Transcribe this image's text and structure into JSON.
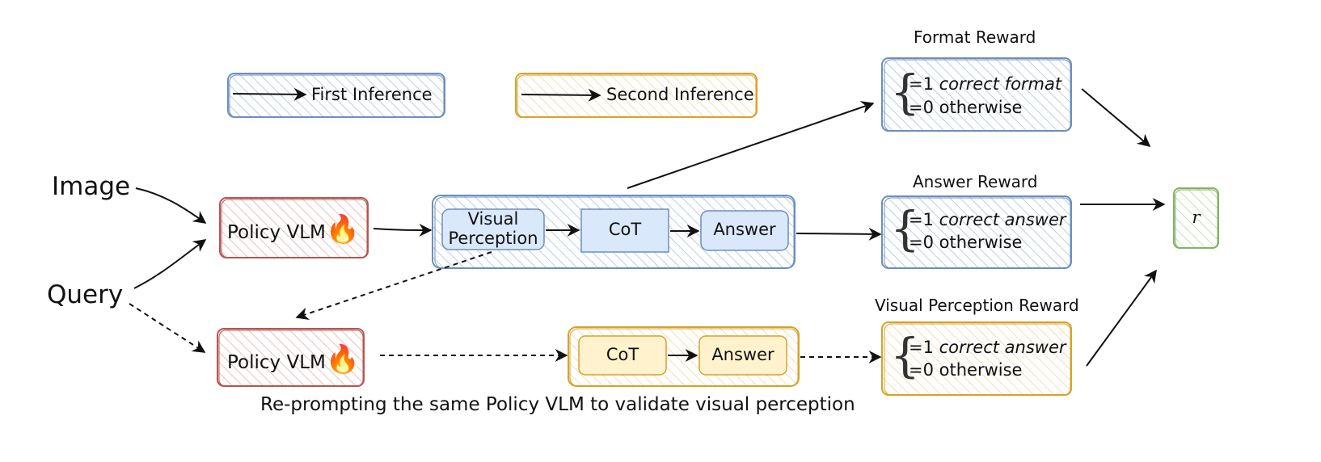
{
  "legend": {
    "first": "First Inference",
    "second": "Second Inference"
  },
  "inputs": {
    "image": "Image",
    "query": "Query"
  },
  "policy": {
    "label": "Policy VLM",
    "icon": "fire-icon",
    "emoji": "🔥"
  },
  "first_pipeline": {
    "visual_line1": "Visual",
    "visual_line2": "Perception",
    "cot": "CoT",
    "answer": "Answer"
  },
  "second_pipeline": {
    "cot": "CoT",
    "answer": "Answer"
  },
  "rewards": {
    "format": {
      "title": "Format Reward",
      "line1_prefix": "=1 ",
      "line1_italic": "correct format",
      "line2": "=0 otherwise"
    },
    "answer": {
      "title": "Answer Reward",
      "line1_prefix": "=1 ",
      "line1_italic": "correct answer",
      "line2": "=0 otherwise"
    },
    "visual": {
      "title": "Visual Perception Reward",
      "line1_prefix": "=1 ",
      "line1_italic": "correct answer",
      "line2": "=0 otherwise"
    },
    "brace": "{"
  },
  "output": {
    "r": "r"
  },
  "caption": "Re-prompting the same Policy VLM to validate visual perception",
  "colors": {
    "blue_border": "#6c8ebf",
    "blue_fill": "#dae8fc",
    "red_border": "#b85450",
    "red_fill": "#f8cecc",
    "yellow_border": "#d6a22a",
    "yellow_fill": "#fff2cc",
    "green_border": "#82b366",
    "green_fill": "#d5e8d4"
  }
}
